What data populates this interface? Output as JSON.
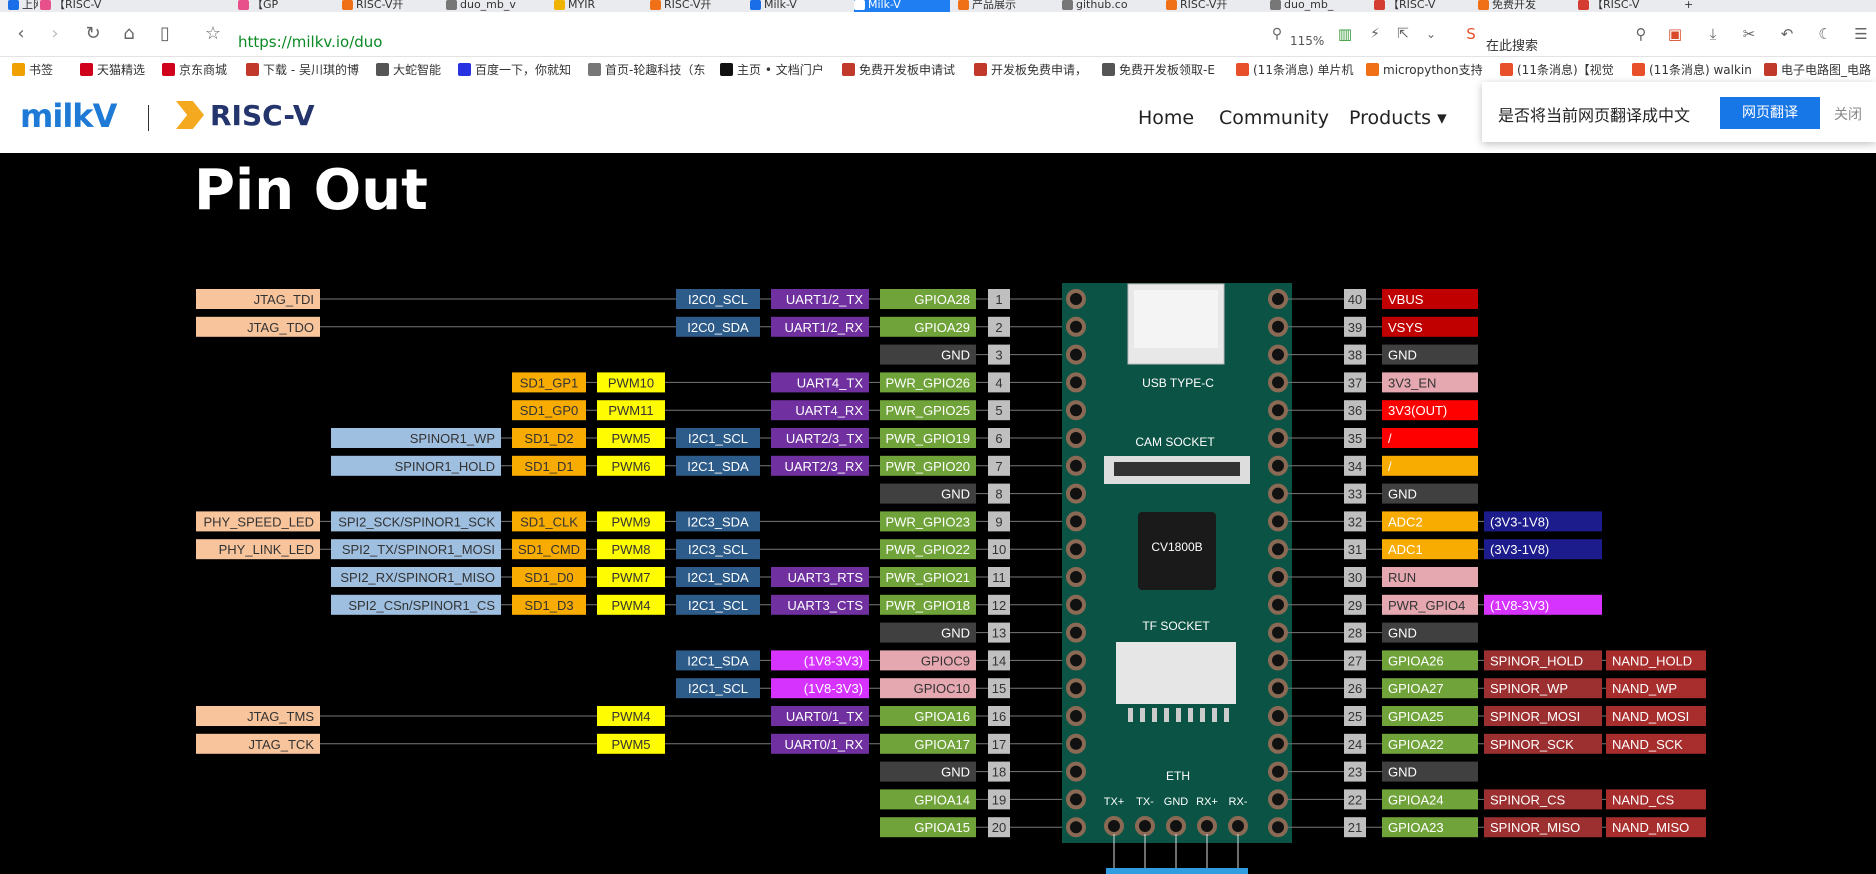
{
  "browser": {
    "tabs": [
      {
        "label": "上网导航",
        "icon": "q-icon",
        "color": "#1a6fe8"
      },
      {
        "label": "【RISC-V",
        "icon": "bilibili-icon",
        "color": "#e8508c"
      },
      {
        "label": "【GP",
        "icon": "bilibili-icon",
        "color": "#e8508c"
      },
      {
        "label": "RISC-V开",
        "icon": "flame-icon",
        "color": "#f07018"
      },
      {
        "label": "duo_mb_v",
        "icon": "globe-icon",
        "color": "#777777"
      },
      {
        "label": "MYIR",
        "icon": "m-icon",
        "color": "#f0b400"
      },
      {
        "label": "RISC-V开",
        "icon": "flame-icon",
        "color": "#f07018"
      },
      {
        "label": "Milk-V",
        "icon": "v-icon",
        "color": "#1a6fe8"
      },
      {
        "label": "Milk-V",
        "icon": "v-icon",
        "color": "#ffffff",
        "active": true
      },
      {
        "label": "产品展示",
        "icon": "flame-icon",
        "color": "#f07018"
      },
      {
        "label": "github.co",
        "icon": "globe-icon",
        "color": "#777777"
      },
      {
        "label": "RISC-V开",
        "icon": "flame-icon",
        "color": "#f07018"
      },
      {
        "label": "duo_mb_",
        "icon": "globe-icon",
        "color": "#777777"
      },
      {
        "label": "【RISC-V",
        "icon": "c-icon",
        "color": "#d43c32"
      },
      {
        "label": "免费开发",
        "icon": "flame-icon",
        "color": "#f07018"
      },
      {
        "label": "【RISC-V",
        "icon": "c-icon",
        "color": "#d43c32"
      }
    ],
    "url": "https://milkv.io/duo",
    "zoom": "115%",
    "search_placeholder": "在此搜索",
    "bookmarks": [
      {
        "label": "书签",
        "color": "#f0a000"
      },
      {
        "label": "天猫精选",
        "color": "#d0021b"
      },
      {
        "label": "京东商城",
        "color": "#d0021b"
      },
      {
        "label": "下载 - 吴川琪的博",
        "color": "#c0392b"
      },
      {
        "label": "大蛇智能",
        "color": "#555555"
      },
      {
        "label": "百度一下，你就知",
        "color": "#2932e1"
      },
      {
        "label": "首页-轮趣科技（东",
        "color": "#777777"
      },
      {
        "label": "主页 • 文档门户",
        "color": "#111111"
      },
      {
        "label": "免费开发板申请试",
        "color": "#c0392b"
      },
      {
        "label": "开发板免费申请，",
        "color": "#c0392b"
      },
      {
        "label": "免费开发板领取-E",
        "color": "#555555"
      },
      {
        "label": "(11条消息) 单片机",
        "color": "#e8502c"
      },
      {
        "label": "micropython支持",
        "color": "#f07018"
      },
      {
        "label": "(11条消息)【视觉",
        "color": "#e8502c"
      },
      {
        "label": "(11条消息) walkin",
        "color": "#e8502c"
      },
      {
        "label": "电子电路图_电路",
        "color": "#c0392b"
      }
    ]
  },
  "site": {
    "logo_milkv": "milkV",
    "logo_riscv": "RISC-V",
    "nav": [
      {
        "label": "Home"
      },
      {
        "label": "Community"
      },
      {
        "label": "Products ▾"
      }
    ]
  },
  "translate_bar": {
    "message": "是否将当前网页翻译成中文",
    "button": "网页翻译",
    "close": "关闭"
  },
  "page": {
    "title": "Pin Out"
  },
  "colors": {
    "jtag": "#f8c49c",
    "phy": "#f8c49c",
    "spinor_light": "#9fbfe0",
    "sd": "#f8ab00",
    "pwm": "#fffb00",
    "i2c": "#2e5c8a",
    "uart": "#7030a0",
    "gpio_green": "#70a33a",
    "gpio_pink": "#e6a8b0",
    "gnd": "#404040",
    "num": "#bfbfbf",
    "vbus": "#c00000",
    "vsys": "#c00000",
    "en": "#e6a8b0",
    "out": "#ff0000",
    "slash": "#ff0000",
    "slash2": "#f8ab00",
    "adc": "#f8ab00",
    "volt": "#1c1c8c",
    "magenta": "#d633ff",
    "spinor_red": "#9c2f2f",
    "nand": "#a82e2e",
    "board": "#0b5345"
  },
  "board": {
    "usb_label": "USB TYPE-C",
    "cam_label": "CAM SOCKET",
    "chip_label": "CV1800B",
    "tf_label": "TF SOCKET",
    "eth_label": "ETH",
    "eth_pins": [
      "TX+",
      "TX-",
      "GND",
      "RX+",
      "RX-"
    ]
  },
  "left_pins": [
    {
      "num": "1",
      "func": "GPIOA28",
      "fc": "gpio_green",
      "cols": [
        {
          "t": "JTAG_TDI",
          "c": "jtag",
          "col": 0
        },
        {
          "t": "I2C0_SCL",
          "c": "i2c",
          "col": 5
        },
        {
          "t": "UART1/2_TX",
          "c": "uart",
          "col": 6
        }
      ]
    },
    {
      "num": "2",
      "func": "GPIOA29",
      "fc": "gpio_green",
      "cols": [
        {
          "t": "JTAG_TDO",
          "c": "jtag",
          "col": 0
        },
        {
          "t": "I2C0_SDA",
          "c": "i2c",
          "col": 5
        },
        {
          "t": "UART1/2_RX",
          "c": "uart",
          "col": 6
        }
      ]
    },
    {
      "num": "3",
      "func": "GND",
      "fc": "gnd",
      "cols": []
    },
    {
      "num": "4",
      "func": "PWR_GPIO26",
      "fc": "gpio_green",
      "cols": [
        {
          "t": "SD1_GP1",
          "c": "sd",
          "col": 3
        },
        {
          "t": "PWM10",
          "c": "pwm",
          "col": 4
        },
        {
          "t": "UART4_TX",
          "c": "uart",
          "col": 6
        }
      ]
    },
    {
      "num": "5",
      "func": "PWR_GPIO25",
      "fc": "gpio_green",
      "cols": [
        {
          "t": "SD1_GP0",
          "c": "sd",
          "col": 3
        },
        {
          "t": "PWM11",
          "c": "pwm",
          "col": 4
        },
        {
          "t": "UART4_RX",
          "c": "uart",
          "col": 6
        }
      ]
    },
    {
      "num": "6",
      "func": "PWR_GPIO19",
      "fc": "gpio_green",
      "cols": [
        {
          "t": "SPINOR1_WP",
          "c": "spinor_light",
          "col": 2
        },
        {
          "t": "SD1_D2",
          "c": "sd",
          "col": 3
        },
        {
          "t": "PWM5",
          "c": "pwm",
          "col": 4
        },
        {
          "t": "I2C1_SCL",
          "c": "i2c",
          "col": 5
        },
        {
          "t": "UART2/3_TX",
          "c": "uart",
          "col": 6
        }
      ]
    },
    {
      "num": "7",
      "func": "PWR_GPIO20",
      "fc": "gpio_green",
      "cols": [
        {
          "t": "SPINOR1_HOLD",
          "c": "spinor_light",
          "col": 2
        },
        {
          "t": "SD1_D1",
          "c": "sd",
          "col": 3
        },
        {
          "t": "PWM6",
          "c": "pwm",
          "col": 4
        },
        {
          "t": "I2C1_SDA",
          "c": "i2c",
          "col": 5
        },
        {
          "t": "UART2/3_RX",
          "c": "uart",
          "col": 6
        }
      ]
    },
    {
      "num": "8",
      "func": "GND",
      "fc": "gnd",
      "cols": []
    },
    {
      "num": "9",
      "func": "PWR_GPIO23",
      "fc": "gpio_green",
      "cols": [
        {
          "t": "PHY_SPEED_LED",
          "c": "phy",
          "col": 0
        },
        {
          "t": "SPI2_SCK/SPINOR1_SCK",
          "c": "spinor_light",
          "col": 1
        },
        {
          "t": "SD1_CLK",
          "c": "sd",
          "col": 3
        },
        {
          "t": "PWM9",
          "c": "pwm",
          "col": 4
        },
        {
          "t": "I2C3_SDA",
          "c": "i2c",
          "col": 5
        }
      ]
    },
    {
      "num": "10",
      "func": "PWR_GPIO22",
      "fc": "gpio_green",
      "cols": [
        {
          "t": "PHY_LINK_LED",
          "c": "phy",
          "col": 0
        },
        {
          "t": "SPI2_TX/SPINOR1_MOSI",
          "c": "spinor_light",
          "col": 1
        },
        {
          "t": "SD1_CMD",
          "c": "sd",
          "col": 3
        },
        {
          "t": "PWM8",
          "c": "pwm",
          "col": 4
        },
        {
          "t": "I2C3_SCL",
          "c": "i2c",
          "col": 5
        }
      ]
    },
    {
      "num": "11",
      "func": "PWR_GPIO21",
      "fc": "gpio_green",
      "cols": [
        {
          "t": "SPI2_RX/SPINOR1_MISO",
          "c": "spinor_light",
          "col": 1
        },
        {
          "t": "SD1_D0",
          "c": "sd",
          "col": 3
        },
        {
          "t": "PWM7",
          "c": "pwm",
          "col": 4
        },
        {
          "t": "I2C1_SDA",
          "c": "i2c",
          "col": 5
        },
        {
          "t": "UART3_RTS",
          "c": "uart",
          "col": 6
        }
      ]
    },
    {
      "num": "12",
      "func": "PWR_GPIO18",
      "fc": "gpio_green",
      "cols": [
        {
          "t": "SPI2_CSn/SPINOR1_CS",
          "c": "spinor_light",
          "col": 1
        },
        {
          "t": "SD1_D3",
          "c": "sd",
          "col": 3
        },
        {
          "t": "PWM4",
          "c": "pwm",
          "col": 4
        },
        {
          "t": "I2C1_SCL",
          "c": "i2c",
          "col": 5
        },
        {
          "t": "UART3_CTS",
          "c": "uart",
          "col": 6
        }
      ]
    },
    {
      "num": "13",
      "func": "GND",
      "fc": "gnd",
      "cols": []
    },
    {
      "num": "14",
      "func": "GPIOC9",
      "fc": "gpio_pink",
      "cols": [
        {
          "t": "I2C1_SDA",
          "c": "i2c",
          "col": 5
        },
        {
          "t": "(1V8-3V3)",
          "c": "magenta",
          "col": 6
        }
      ]
    },
    {
      "num": "15",
      "func": "GPIOC10",
      "fc": "gpio_pink",
      "cols": [
        {
          "t": "I2C1_SCL",
          "c": "i2c",
          "col": 5
        },
        {
          "t": "(1V8-3V3)",
          "c": "magenta",
          "col": 6
        }
      ]
    },
    {
      "num": "16",
      "func": "GPIOA16",
      "fc": "gpio_green",
      "cols": [
        {
          "t": "JTAG_TMS",
          "c": "jtag",
          "col": 0
        },
        {
          "t": "PWM4",
          "c": "pwm",
          "col": 4
        },
        {
          "t": "UART0/1_TX",
          "c": "uart",
          "col": 6
        }
      ]
    },
    {
      "num": "17",
      "func": "GPIOA17",
      "fc": "gpio_green",
      "cols": [
        {
          "t": "JTAG_TCK",
          "c": "jtag",
          "col": 0
        },
        {
          "t": "PWM5",
          "c": "pwm",
          "col": 4
        },
        {
          "t": "UART0/1_RX",
          "c": "uart",
          "col": 6
        }
      ]
    },
    {
      "num": "18",
      "func": "GND",
      "fc": "gnd",
      "cols": []
    },
    {
      "num": "19",
      "func": "GPIOA14",
      "fc": "gpio_green",
      "cols": []
    },
    {
      "num": "20",
      "func": "GPIOA15",
      "fc": "gpio_green",
      "cols": []
    }
  ],
  "right_pins": [
    {
      "num": "40",
      "func": "VBUS",
      "fc": "vbus",
      "cols": []
    },
    {
      "num": "39",
      "func": "VSYS",
      "fc": "vsys",
      "cols": []
    },
    {
      "num": "38",
      "func": "GND",
      "fc": "gnd",
      "cols": []
    },
    {
      "num": "37",
      "func": "3V3_EN",
      "fc": "en",
      "cols": []
    },
    {
      "num": "36",
      "func": "3V3(OUT)",
      "fc": "out",
      "cols": []
    },
    {
      "num": "35",
      "func": "/",
      "fc": "slash",
      "cols": []
    },
    {
      "num": "34",
      "func": "/",
      "fc": "slash2",
      "cols": []
    },
    {
      "num": "33",
      "func": "GND",
      "fc": "gnd",
      "cols": []
    },
    {
      "num": "32",
      "func": "ADC2",
      "fc": "adc",
      "cols": [
        {
          "t": "(3V3-1V8)",
          "c": "volt",
          "col": 0
        }
      ]
    },
    {
      "num": "31",
      "func": "ADC1",
      "fc": "adc",
      "cols": [
        {
          "t": "(3V3-1V8)",
          "c": "volt",
          "col": 0
        }
      ]
    },
    {
      "num": "30",
      "func": "RUN",
      "fc": "en",
      "cols": []
    },
    {
      "num": "29",
      "func": "PWR_GPIO4",
      "fc": "en",
      "cols": [
        {
          "t": "(1V8-3V3)",
          "c": "magenta",
          "col": 0
        }
      ]
    },
    {
      "num": "28",
      "func": "GND",
      "fc": "gnd",
      "cols": []
    },
    {
      "num": "27",
      "func": "GPIOA26",
      "fc": "gpio_green",
      "cols": [
        {
          "t": "SPINOR_HOLD",
          "c": "spinor_red",
          "col": 0
        },
        {
          "t": "NAND_HOLD",
          "c": "nand",
          "col": 1
        }
      ]
    },
    {
      "num": "26",
      "func": "GPIOA27",
      "fc": "gpio_green",
      "cols": [
        {
          "t": "SPINOR_WP",
          "c": "spinor_red",
          "col": 0
        },
        {
          "t": "NAND_WP",
          "c": "nand",
          "col": 1
        }
      ]
    },
    {
      "num": "25",
      "func": "GPIOA25",
      "fc": "gpio_green",
      "cols": [
        {
          "t": "SPINOR_MOSI",
          "c": "spinor_red",
          "col": 0
        },
        {
          "t": "NAND_MOSI",
          "c": "nand",
          "col": 1
        }
      ]
    },
    {
      "num": "24",
      "func": "GPIOA22",
      "fc": "gpio_green",
      "cols": [
        {
          "t": "SPINOR_SCK",
          "c": "spinor_red",
          "col": 0
        },
        {
          "t": "NAND_SCK",
          "c": "nand",
          "col": 1
        }
      ]
    },
    {
      "num": "23",
      "func": "GND",
      "fc": "gnd",
      "cols": []
    },
    {
      "num": "22",
      "func": "GPIOA24",
      "fc": "gpio_green",
      "cols": [
        {
          "t": "SPINOR_CS",
          "c": "spinor_red",
          "col": 0
        },
        {
          "t": "NAND_CS",
          "c": "nand",
          "col": 1
        }
      ]
    },
    {
      "num": "21",
      "func": "GPIOA23",
      "fc": "gpio_green",
      "cols": [
        {
          "t": "SPINOR_MISO",
          "c": "spinor_red",
          "col": 0
        },
        {
          "t": "NAND_MISO",
          "c": "nand",
          "col": 1
        }
      ]
    }
  ]
}
